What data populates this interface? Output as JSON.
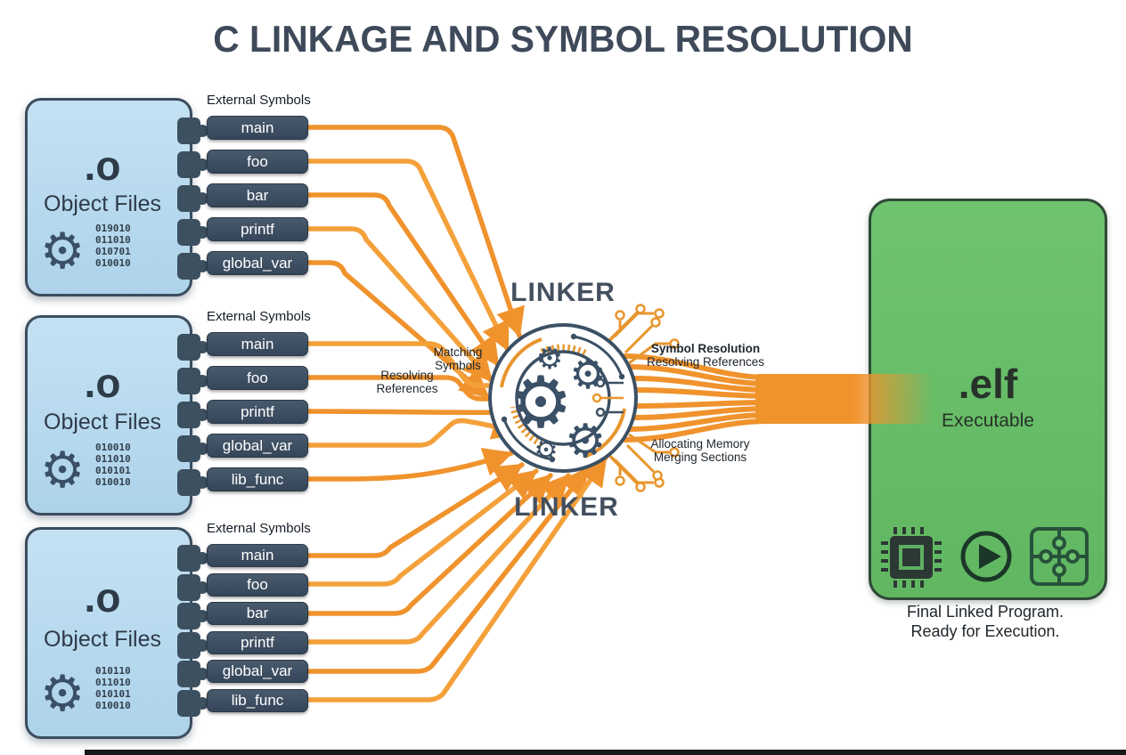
{
  "title": "C LINKAGE AND SYMBOL RESOLUTION",
  "external_symbols_label": "External Symbols",
  "object_files": [
    {
      "ext": ".o",
      "label": "Object Files",
      "binary": [
        "019010",
        "011010",
        "010701",
        "010010"
      ],
      "symbols": [
        "main",
        "foo",
        "bar",
        "printf",
        "global_var"
      ]
    },
    {
      "ext": ".o",
      "label": "Object Files",
      "binary": [
        "010010",
        "011010",
        "010101",
        "010010"
      ],
      "symbols": [
        "main",
        "foo",
        "printf",
        "global_var",
        "lib_func"
      ]
    },
    {
      "ext": ".o",
      "label": "Object Files",
      "binary": [
        "010110",
        "011010",
        "010101",
        "010010"
      ],
      "symbols": [
        "main",
        "foo",
        "bar",
        "printf",
        "global_var",
        "lib_func"
      ]
    }
  ],
  "linker": {
    "label_top": "LINKER",
    "label_bottom": "LINKER",
    "matching": [
      "Matching",
      "Symbols"
    ],
    "resolving": [
      "Resolving",
      "References"
    ],
    "symbol_resolution_title": "Symbol Resolution",
    "symbol_resolution_sub": "Resolving References",
    "allocating": [
      "Allocating Memory",
      "Merging Sections"
    ]
  },
  "executable": {
    "ext": ".elf",
    "label": "Executable",
    "caption": [
      "Final Linked Program.",
      "Ready for Execution."
    ]
  },
  "icons": {
    "gear": "⚙"
  },
  "colors": {
    "orange": "#F0932D",
    "slate": "#3C5064",
    "blue": "#BCDCEF",
    "green": "#69BD69"
  }
}
